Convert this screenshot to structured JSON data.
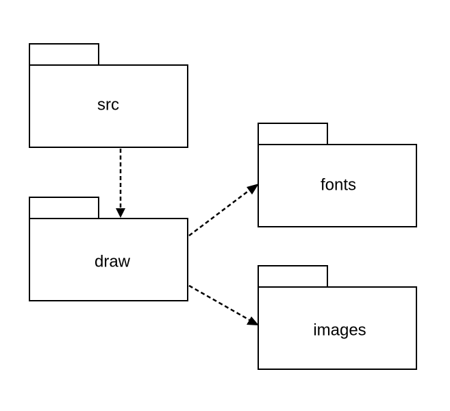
{
  "diagram": {
    "type": "package-dependency",
    "packages": [
      {
        "id": "src",
        "label": "src"
      },
      {
        "id": "draw",
        "label": "draw"
      },
      {
        "id": "fonts",
        "label": "fonts"
      },
      {
        "id": "images",
        "label": "images"
      }
    ],
    "dependencies": [
      {
        "from": "src",
        "to": "draw",
        "style": "dashed",
        "arrow": "filled"
      },
      {
        "from": "draw",
        "to": "fonts",
        "style": "dashed",
        "arrow": "filled"
      },
      {
        "from": "draw",
        "to": "images",
        "style": "dashed",
        "arrow": "filled"
      }
    ],
    "colors": {
      "stroke": "#000000",
      "fill": "#ffffff",
      "background": "#ffffff"
    }
  }
}
